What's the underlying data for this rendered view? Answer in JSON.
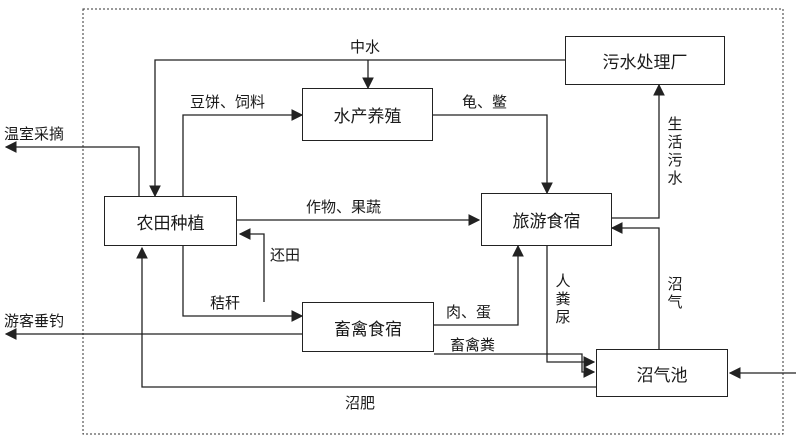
{
  "nodes": {
    "wastewater_plant": "污水处理厂",
    "aquaculture": "水产养殖",
    "farmland": "农田种植",
    "tourism_lodging": "旅游食宿",
    "livestock_housing": "畜禽食宿",
    "biogas_digester": "沼气池"
  },
  "edges": {
    "reclaimed_water": "中水",
    "feed": "豆饼、饲料",
    "turtle": "龟、鳖",
    "crops": "作物、果蔬",
    "domestic_sewage": "生活污水",
    "return_field": "还田",
    "straw": "秸秆",
    "meat_eggs": "肉、蛋",
    "livestock_manure": "畜禽粪",
    "human_waste": "人粪尿",
    "biogas": "沼气",
    "biogas_fertilizer": "沼肥"
  },
  "outputs": {
    "greenhouse_picking": "温室采摘",
    "tourist_fishing": "游客垂钓"
  }
}
